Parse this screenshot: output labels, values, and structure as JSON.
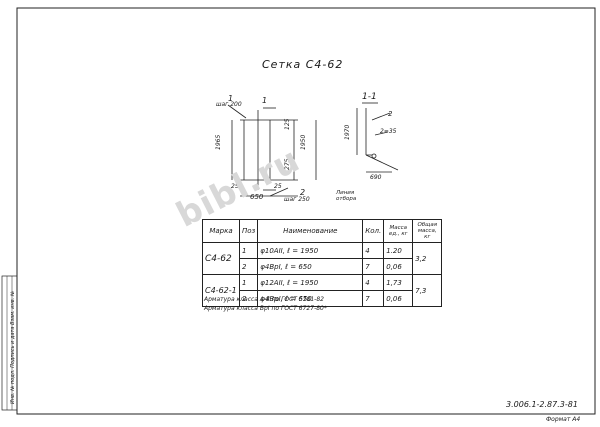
{
  "title": "Сетка С4-62",
  "section_label": "1-1",
  "section_mark": "1",
  "plan_labels": {
    "pos1": "1",
    "step_top": "шаг 200",
    "dim_1965": "1965",
    "dim_125": "125",
    "dim_1950": "1950",
    "dim_275": "275",
    "dim_25a": "25",
    "dim_25b": "25",
    "dim_650": "650",
    "pos2": "2",
    "step_bottom": "шаг 250",
    "link": "Линия отбора"
  },
  "section_labels": {
    "pos2": "2",
    "dim_1970": "1970",
    "dim_35": "2=35",
    "dim_690": "690"
  },
  "table": {
    "headers": [
      "Марка",
      "Поз",
      "Наименование",
      "Кол.",
      "Масса ед., кг",
      "Общая масса, кг"
    ],
    "rows": [
      {
        "mark": "С4-62",
        "pos": "1",
        "name": "φ10АII, ℓ = 1950",
        "qty": "4",
        "mass": "1.20",
        "total": "3,2"
      },
      {
        "mark": "",
        "pos": "2",
        "name": "φ4ВрI, ℓ = 650",
        "qty": "7",
        "mass": "0,06",
        "total": ""
      },
      {
        "mark": "С4-62-1",
        "pos": "1",
        "name": "φ12АII, ℓ = 1950",
        "qty": "4",
        "mass": "1,73",
        "total": "7,3"
      },
      {
        "mark": "",
        "pos": "2",
        "name": "φ4ВрI, ℓ = 650",
        "qty": "7",
        "mass": "0,06",
        "total": ""
      }
    ]
  },
  "notes": [
    "Арматура класса А-II по ГОСТ 5781-82",
    "Арматура класса ВрI по ГОСТ 6727-80*"
  ],
  "stamp": "3.006.1-2.87.3-81",
  "format": "Формат А4",
  "sidebar": "Инв. № подл. Подпись и дата Взам. инв. №",
  "watermark": "bibl.ru"
}
